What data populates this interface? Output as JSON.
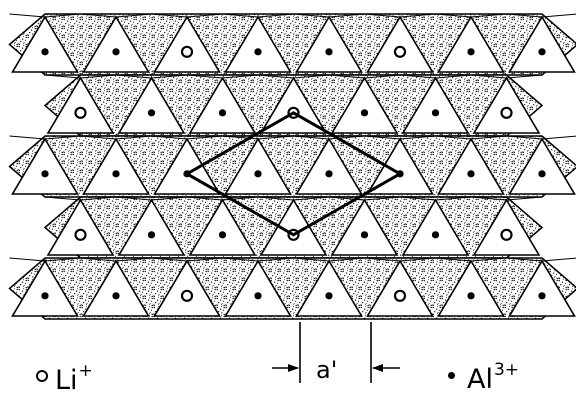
{
  "figure": {
    "description_symbols": {
      "li_marker": "open-circle",
      "al_marker": "filled-circle"
    },
    "lattice": {
      "rows": [
        {
          "sites": [
            "Al",
            "Al",
            "Li",
            "Al",
            "Al",
            "Li",
            "Al",
            "Al"
          ],
          "hex_start": "left-edge"
        },
        {
          "sites": [
            "Li",
            "Al",
            "Al",
            "Li",
            "Al",
            "Al",
            "Li"
          ],
          "hex_start": "offset"
        },
        {
          "sites": [
            "Al",
            "Al",
            "Al",
            "Al",
            "Al",
            "Al",
            "Al",
            "Al"
          ],
          "hex_start": "left-edge"
        },
        {
          "sites": [
            "Li",
            "Al",
            "Al",
            "Li",
            "Al",
            "Al",
            "Li"
          ],
          "hex_start": "offset"
        },
        {
          "sites": [
            "Al",
            "Al",
            "Li",
            "Al",
            "Al",
            "Li",
            "Al",
            "Al"
          ],
          "hex_start": "left-edge"
        }
      ]
    },
    "colors": {
      "ink": "#000000",
      "face": "#ffffff",
      "stipple": "#000000"
    }
  },
  "legend": {
    "li_label": "Li",
    "li_charge": "+",
    "al_label": "Al",
    "al_charge": "3+"
  },
  "dimension": {
    "label": "a'"
  }
}
